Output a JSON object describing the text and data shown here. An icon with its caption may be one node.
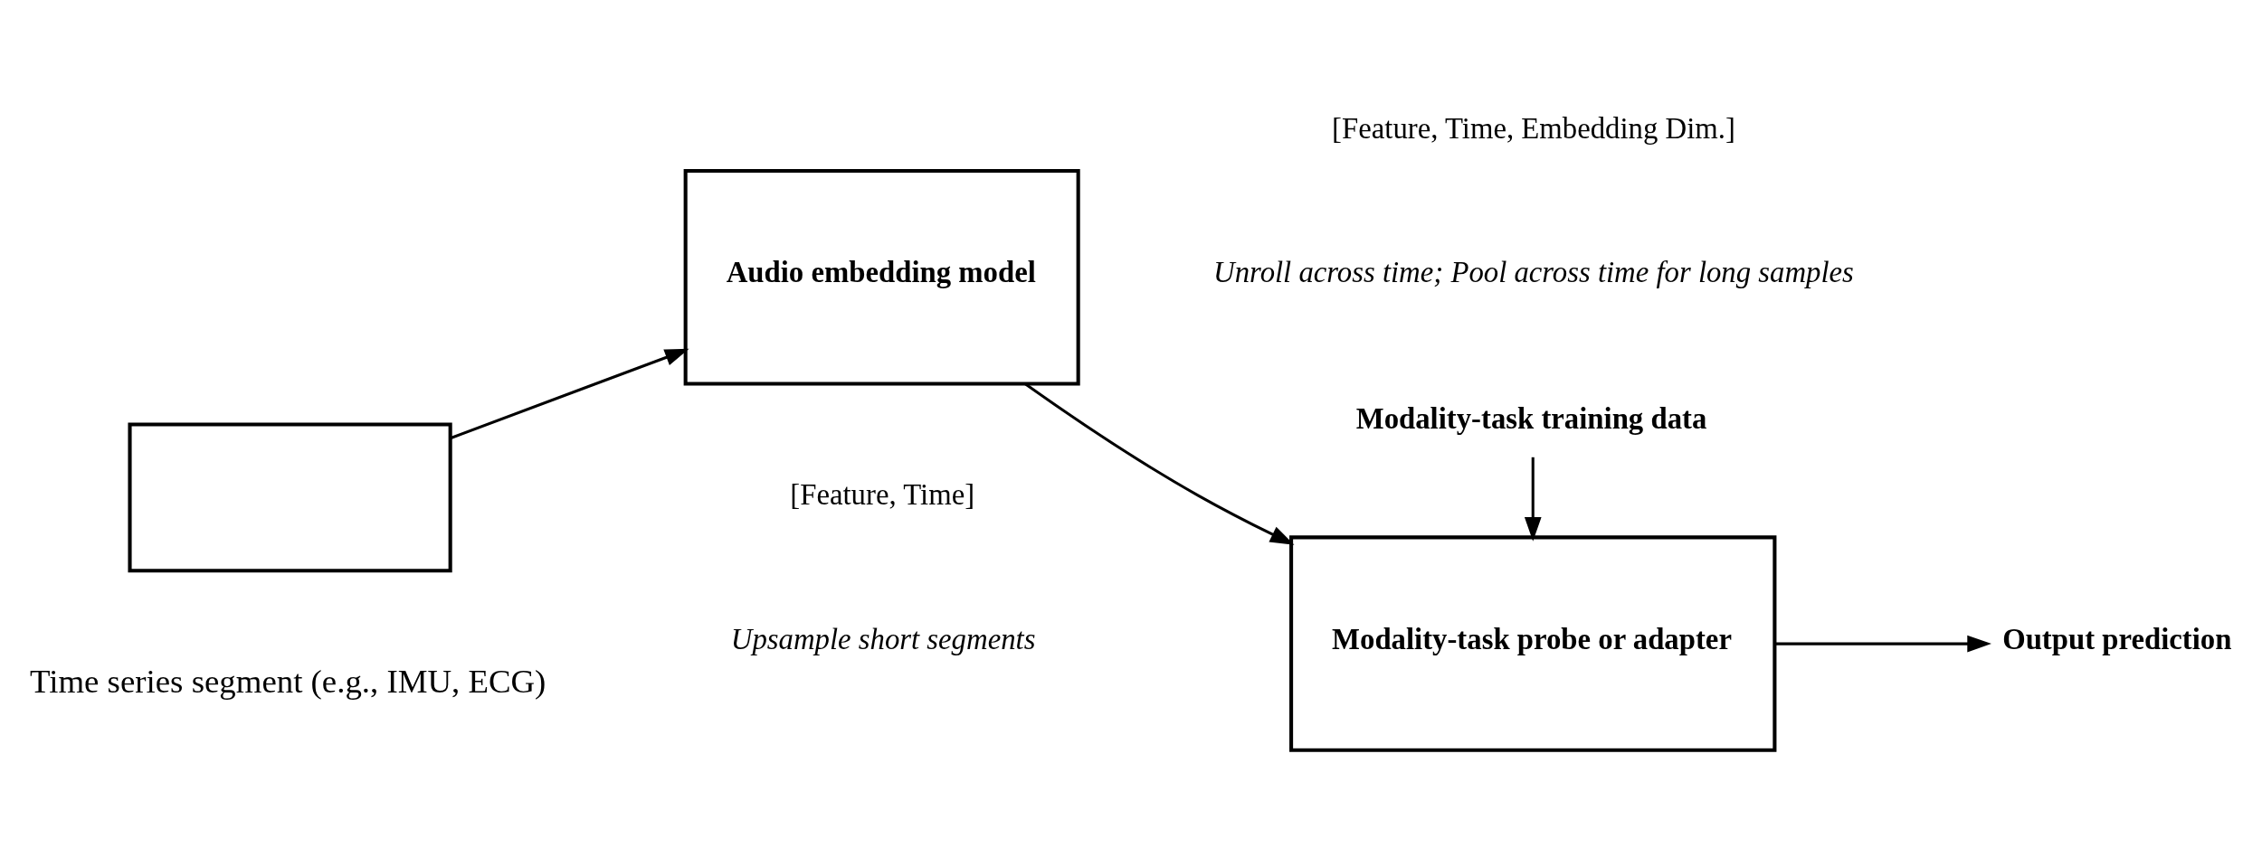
{
  "diagram": {
    "nodes": [
      {
        "text": [],
        "shape": "box",
        "beside": [
          "Time series segment (e.g., IMU, ECG)"
        ]
      },
      {
        "text": [
          "Audio embedding model"
        ]
      },
      {
        "text": [
          "Modality-task training data"
        ]
      },
      {
        "text": [
          "Modality-task probe or adapter"
        ]
      },
      {
        "text": [
          "Output prediction"
        ]
      }
    ],
    "edges": [
      {
        "from": 0,
        "to": 1,
        "arrow": "to"
      },
      {
        "from": 1,
        "to": 3,
        "arrow": "to"
      },
      {
        "from": 2,
        "to": 3,
        "arrow": "to"
      },
      {
        "from": 3,
        "to": 4,
        "arrow": "to"
      }
    ],
    "labels": [
      "[Feature, Time]",
      "Upsample short segments",
      "[Feature, Time, Embedding Dim.]",
      "Unroll across time; Pool across time for long samples"
    ]
  }
}
